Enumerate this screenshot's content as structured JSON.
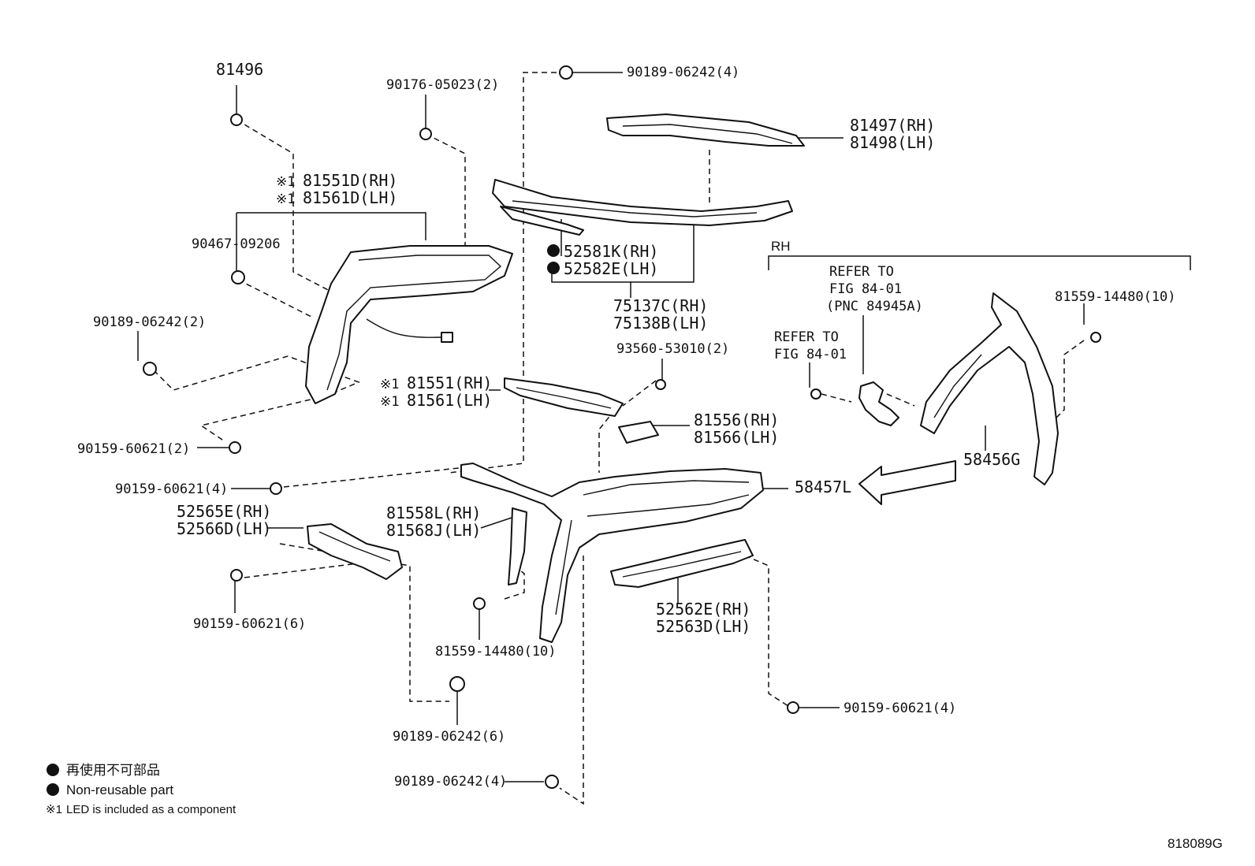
{
  "labels": {
    "p81496": "81496",
    "p90176": "90176-05023(2)",
    "p90189_top": "90189-06242(4)",
    "p81497": "81497(RH)",
    "p81498": "81498(LH)",
    "p81551d_mark": "※1",
    "p81551d": "81551D(RH)",
    "p81561d_mark": "※1",
    "p81561d": "81561D(LH)",
    "p90467": "90467-09206",
    "p52581k": "52581K(RH)",
    "p52582e": "52582E(LH)",
    "p75137c": "75137C(RH)",
    "p75138b": "75138B(LH)",
    "p90189_left": "90189-06242(2)",
    "p93560": "93560-53010(2)",
    "p81551_mark": "※1",
    "p81551": "81551(RH)",
    "p81561_mark": "※1",
    "p81561": "81561(LH)",
    "p81556": "81556(RH)",
    "p81566": "81566(LH)",
    "p90159_2": "90159-60621(2)",
    "p90159_4a": "90159-60621(4)",
    "p58457l": "58457L",
    "p52565e": "52565E(RH)",
    "p52566d": "52566D(LH)",
    "p81558l": "81558L(RH)",
    "p81568j": "81568J(LH)",
    "p90159_6": "90159-60621(6)",
    "p81559_a": "81559-14480(10)",
    "p52562e": "52562E(RH)",
    "p52563d": "52563D(LH)",
    "p90159_4b": "90159-60621(4)",
    "p90189_6": "90189-06242(6)",
    "p90189_4b": "90189-06242(4)",
    "rh": "RH",
    "refer1_l1": "REFER TO",
    "refer1_l2": "FIG 84-01",
    "refer1_l3": "(PNC 84945A)",
    "refer2_l1": "REFER TO",
    "refer2_l2": "FIG 84-01",
    "p81559_b": "81559-14480(10)",
    "p58456g": "58456G"
  },
  "legend": {
    "line1": "再使用不可部品",
    "line2": "Non-reusable part",
    "line3_mark": "※1",
    "line3": "LED is included as a component"
  },
  "figure_id": "818089G"
}
